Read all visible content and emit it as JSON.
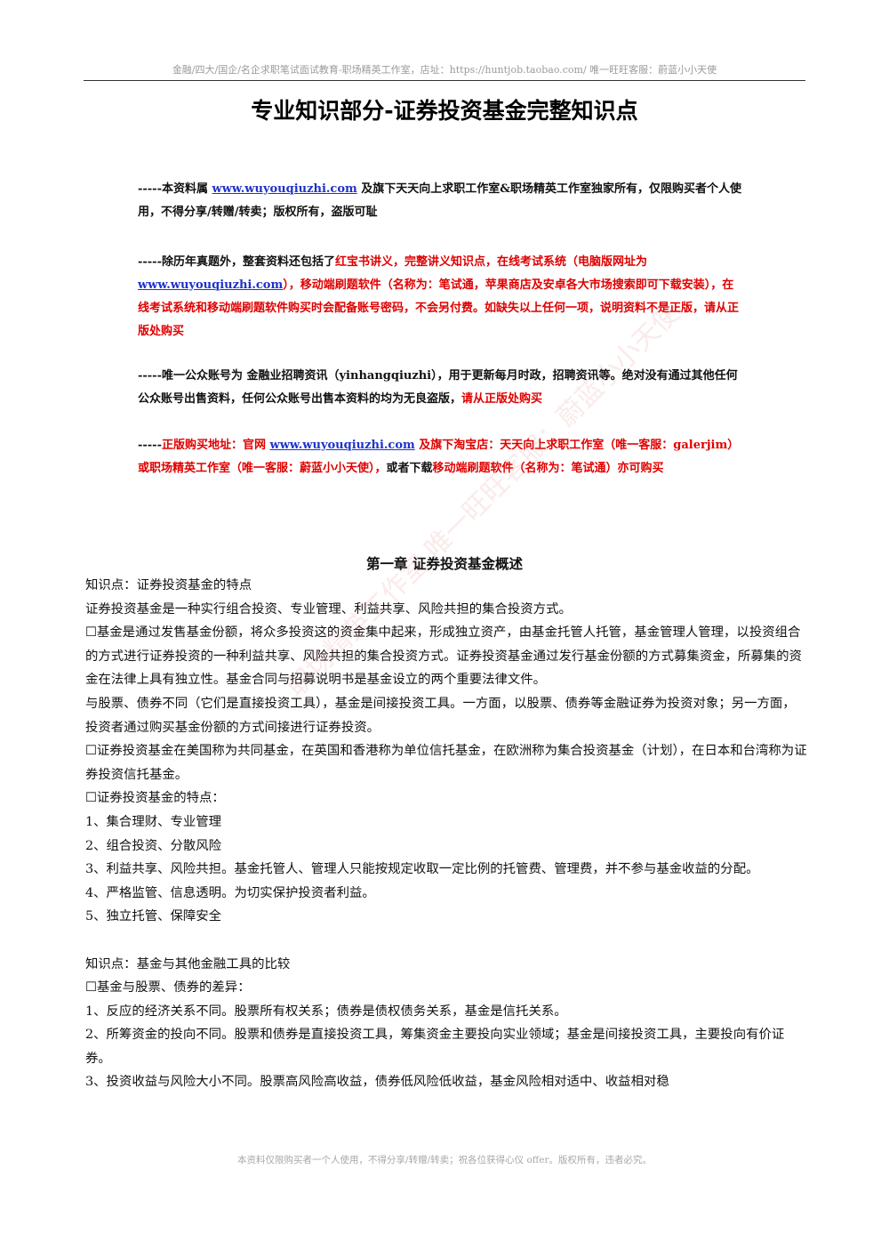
{
  "header": {
    "text": "金融/四大/国企/名企求职笔试面试教育-职场精英工作室，店址：https://huntjob.taobao.com/  唯一旺旺客服：蔚蓝小小天使"
  },
  "title": "专业知识部分-证券投资基金完整知识点",
  "notices": {
    "n1": {
      "a": "-----本资料属 ",
      "link": "www.wuyouqiuzhi.com",
      "b": " 及旗下天天向上求职工作室&职场精英工作室独家所有，仅限购买者个人使用，不得分享/转赠/转卖；版权所有，盗版可耻"
    },
    "n2": {
      "a": "-----除历年真题外，整套资料还包括了",
      "b": "红宝书讲义，完整讲义知识点，在线考试系统（电脑版网址为",
      "link": "www.wuyouqiuzhi.com",
      "c": "），移动端刷题软件（名称为：笔试通，苹果商店及安卓各大市场搜索即可下载安装），在线考试系统和移动端刷题软件购买时会配备账号密码，不会另付费。如缺失以上任何一项，说明资料不是正版，请从正版处购买"
    },
    "n3": {
      "a": "-----唯一公众账号为 金融业招聘资讯（yinhangqiuzhi），用于更新每月时政，招聘资讯等。绝对没有通过其他任何公众账号出售资料，任何公众账号出售本资料的均为无良盗版，",
      "b": "请从正版处购买"
    },
    "n4": {
      "a": "-----",
      "b": "正版购买地址：官网 ",
      "link": "www.wuyouqiuzhi.com",
      "c": " 及旗下淘宝店：天天向上求职工作室（唯一客服：galerjim）或职场精英工作室（唯一客服：蔚蓝小小天使），",
      "d": "或者下载",
      "e": "移动端刷题软件（名称为：笔试通）亦可购买"
    }
  },
  "chapter_title": "第一章  证券投资基金概述",
  "body": {
    "p1": "知识点：证券投资基金的特点",
    "p2": "证券投资基金是一种实行组合投资、专业管理、利益共享、风险共担的集合投资方式。",
    "p3": "☐基金是通过发售基金份额，将众多投资这的资金集中起来，形成独立资产，由基金托管人托管，基金管理人管理，以投资组合的方式进行证券投资的一种利益共享、风险共担的集合投资方式。证券投资基金通过发行基金份额的方式募集资金，所募集的资金在法律上具有独立性。基金合同与招募说明书是基金设立的两个重要法律文件。",
    "p4": "与股票、债券不同（它们是直接投资工具），基金是间接投资工具。一方面，以股票、债券等金融证券为投资对象；另一方面，投资者通过购买基金份额的方式间接进行证券投资。",
    "p5": "☐证券投资基金在美国称为共同基金，在英国和香港称为单位信托基金，在欧洲称为集合投资基金（计划），在日本和台湾称为证券投资信托基金。",
    "p6": "☐证券投资基金的特点：",
    "p7": "1、集合理财、专业管理",
    "p8": "2、组合投资、分散风险",
    "p9": "3、利益共享、风险共担。基金托管人、管理人只能按规定收取一定比例的托管费、管理费，并不参与基金收益的分配。",
    "p10": "4、严格监管、信息透明。为切实保护投资者利益。",
    "p11": "5、独立托管、保障安全",
    "p12": "知识点：基金与其他金融工具的比较",
    "p13": "☐基金与股票、债券的差异：",
    "p14": "1、反应的经济关系不同。股票所有权关系；债券是债权债务关系，基金是信托关系。",
    "p15": "2、所筹资金的投向不同。股票和债券是直接投资工具，筹集资金主要投向实业领域；基金是间接投资工具，主要投向有价证券。",
    "p16": "3、投资收益与风险大小不同。股票高风险高收益，债券低风险低收益，基金风险相对适中、收益相对稳"
  },
  "footer": {
    "text": "本资料仅限购买者一个人使用，不得分享/转赠/转卖；祝各位获得心仪 offer。版权所有，违者必究。"
  },
  "watermark": {
    "text": "职场精英工作室 唯一旺旺客服：蔚蓝小小天使"
  }
}
